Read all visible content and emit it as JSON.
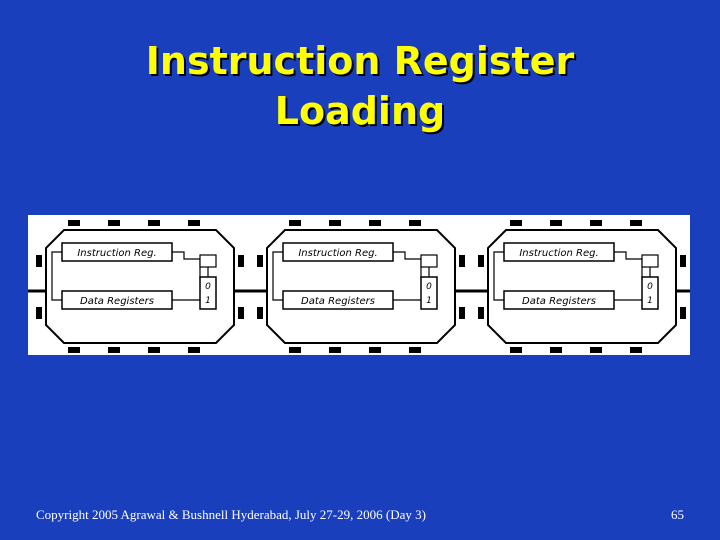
{
  "slide": {
    "title_line1": "Instruction Register",
    "title_line2": "Loading",
    "footer_copyright": "Copyright 2005 Agrawal & Bushnell   Hyderabad, July 27-29, 2006 (Day 3)",
    "page_number": "65"
  },
  "diagram": {
    "chips": [
      {
        "instr_label": "Instruction Reg.",
        "data_label": "Data Registers",
        "mux_0": "0",
        "mux_1": "1"
      },
      {
        "instr_label": "Instruction Reg.",
        "data_label": "Data Registers",
        "mux_0": "0",
        "mux_1": "1"
      },
      {
        "instr_label": "Instruction Reg.",
        "data_label": "Data Registers",
        "mux_0": "0",
        "mux_1": "1"
      }
    ]
  },
  "colors": {
    "background": "#1a3fbd",
    "title": "#ffff00",
    "footer_text": "#ffffff"
  }
}
